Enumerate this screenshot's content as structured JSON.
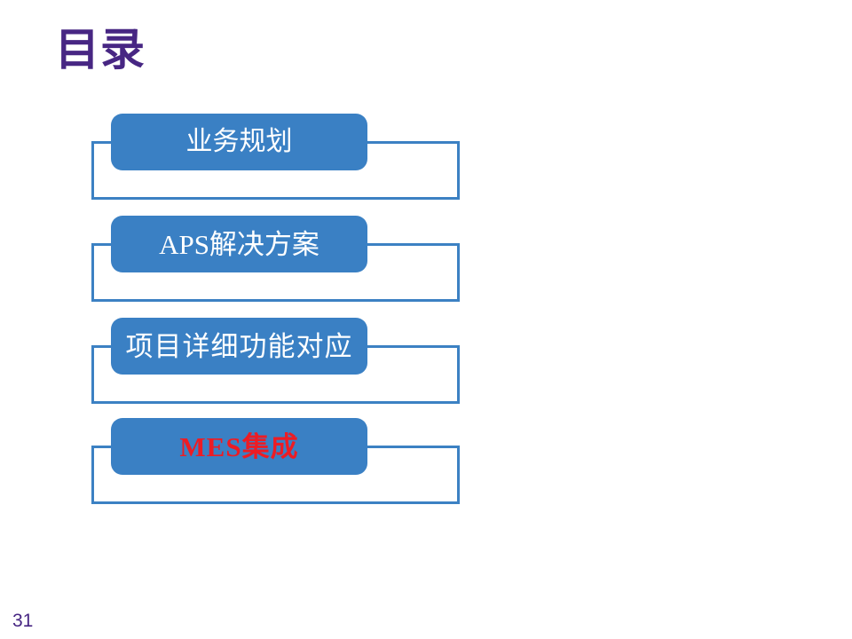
{
  "slide": {
    "title": "目录",
    "page_number": "31",
    "background_color": "#ffffff",
    "title_color": "#472683",
    "accent_color": "#3a80c4",
    "outline_color": "#3c81c3",
    "highlight_color": "#ed1c24"
  },
  "agenda": {
    "items": [
      {
        "label": "业务规划",
        "text_color": "#ffffff",
        "style": "style-sans",
        "highlighted": false
      },
      {
        "label": "APS解决方案",
        "text_color": "#ffffff",
        "style": "style-serif",
        "highlighted": false
      },
      {
        "label": "项目详细功能对应",
        "text_color": "#ffffff",
        "style": "style-sans-wide",
        "highlighted": false
      },
      {
        "label": "MES集成",
        "text_color": "#ed1c24",
        "style": "style-serif-bold-red",
        "highlighted": true
      }
    ]
  }
}
